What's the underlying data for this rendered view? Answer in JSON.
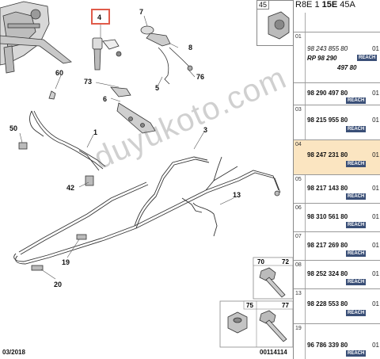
{
  "diagram": {
    "callouts": [
      "4",
      "7",
      "8",
      "76",
      "5",
      "73",
      "6",
      "60",
      "50",
      "1",
      "3",
      "42",
      "13",
      "19",
      "20"
    ],
    "selected": "4",
    "watermark": "duyukoto.com",
    "hw_labels": [
      "70",
      "72",
      "75",
      "77"
    ],
    "date": "03/2018",
    "ref": "00114114"
  },
  "panel": {
    "header": {
      "r8e": "R8E",
      "one": "1",
      "e15": "15E",
      "a45": "45A"
    },
    "thumb_num": "45",
    "reach_label": "REACH",
    "rows": [
      {
        "idx": "01",
        "lines": [
          "98 243 855 80",
          "RP 98 290",
          "497 80"
        ],
        "qty": "01",
        "reach": true
      },
      {
        "idx": "",
        "pn": "98 290 497 80",
        "qty": "01",
        "reach": true
      },
      {
        "idx": "03",
        "pn": "98 215 955 80",
        "qty": "01",
        "reach": true
      },
      {
        "idx": "04",
        "pn": "98 247 231 80",
        "qty": "01",
        "reach": true,
        "active": true
      },
      {
        "idx": "05",
        "pn": "98 217 143 80",
        "qty": "01",
        "reach": true
      },
      {
        "idx": "06",
        "pn": "98 310 561 80",
        "qty": "01",
        "reach": true
      },
      {
        "idx": "07",
        "pn": "98 217 269 80",
        "qty": "01",
        "reach": true
      },
      {
        "idx": "08",
        "pn": "98 252 324 80",
        "qty": "01",
        "reach": true
      },
      {
        "idx": "13",
        "pn": "98 228 553 80",
        "qty": "01",
        "reach": true
      },
      {
        "idx": "19",
        "pn": "96 786 339 80",
        "qty": "01",
        "reach": true
      }
    ]
  }
}
